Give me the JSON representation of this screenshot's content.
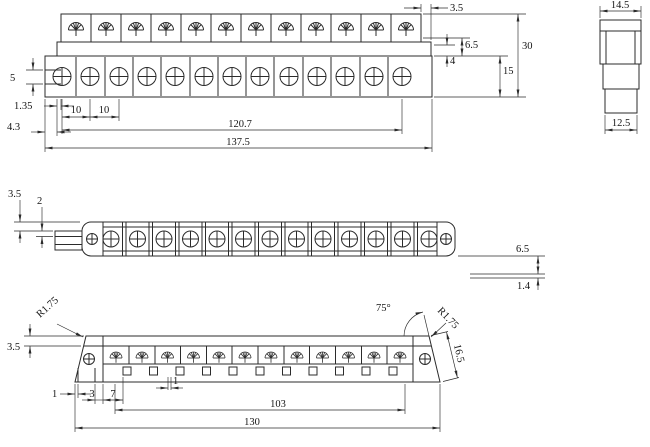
{
  "meta": {
    "background": "#ffffff",
    "line_color": "#2b2b2b",
    "text_color": "#151515"
  },
  "front_view": {
    "dims": {
      "top_step": "3.5",
      "clamp_height": "6.5",
      "overall_height": "30",
      "step": "4",
      "body_height": "15",
      "left_height": "5",
      "left_step": "1.35",
      "pitch_1": "10",
      "pitch_2": "10",
      "screw_span": "120.7",
      "left_offset": "4.3",
      "overall_length": "137.5"
    }
  },
  "side_view": {
    "dims": {
      "top_width": "14.5",
      "bottom_width": "12.5"
    }
  },
  "plan_view": {
    "dims": {
      "edge_offset": "3.5",
      "tab_step": "2",
      "right_offset": "6.5",
      "lip": "1.4"
    }
  },
  "bottom_view": {
    "dims": {
      "corner_radius_left": "R1.75",
      "end_angle": "75°",
      "corner_radius_right": "R1.75",
      "overall_width": "16.5",
      "wall_offset": "3.5",
      "edge_gap": "1",
      "rib": "3",
      "slot_offset": "7",
      "slot_gap": "1",
      "slot_span": "103",
      "base_length": "130"
    }
  }
}
